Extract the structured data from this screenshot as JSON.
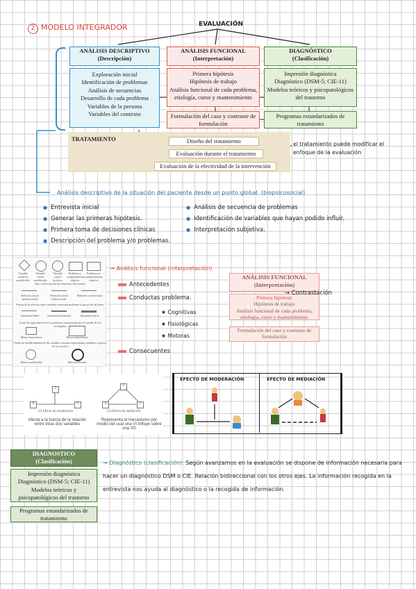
{
  "page": {
    "section_number": "2",
    "section_title": "MODELO INTEGRADOR",
    "evaluacion": "EVALUACIÓN"
  },
  "diagram": {
    "descriptivo": {
      "title": "ANÁLISIS DESCRIPTIVO",
      "subtitle": "(Descripción)",
      "items": [
        "Exploración inicial",
        "Identificación de problemas",
        "Análisis de secuencias",
        "Desarrollo de cada problema",
        "Variables de la persona",
        "Variables del contexto"
      ]
    },
    "funcional": {
      "title": "ANÁLISIS FUNCIONAL",
      "subtitle": "(Interpretación)",
      "items": [
        "Primera hipótesis",
        "Hipótesis de trabajo",
        "Análisis funcional de cada problema, etiología, curso y mantenimiento"
      ],
      "formulacion": "Formulación del caso y contraste de formulación"
    },
    "diagnostico": {
      "title": "DIAGNÓSTICO",
      "subtitle": "(Clasificación)",
      "items": [
        "Impresión diagnóstica",
        "Diagnóstico (DSM-5; CIE-11)",
        "Modelos teóricos y psicopatológicos del trastorno"
      ],
      "programas": "Programas estandarizados de tratamiento"
    },
    "tratamiento": {
      "title": "TRATAMIENTO",
      "items": [
        "Diseño del tratamiento",
        "Evaluación durante el tratamiento",
        "Evaluación de la efectividad de la intervención"
      ]
    },
    "tratamiento_note": "el tratamiento puede modificar el enfoque de la evaluación"
  },
  "descriptivo_notes": {
    "heading": "Análisis descriptivo de la situación del paciente desde un punto global. (biopsicosocial)",
    "left": [
      "Entrevista inicial",
      "Generar las primeras hipótesis.",
      "Primera toma de decisiones clínicas",
      "Descripción del problema y/o problemas."
    ],
    "right": [
      "Análisis de secuencia de problemas",
      "Identificación de variables que hayan podido influir.",
      "Interpretación subjetiva."
    ]
  },
  "funcional_notes": {
    "heading": "Análisis funcional (interpretación)",
    "antecedentes": "Antecedentes",
    "conductas": "Conductas problema.",
    "sub": [
      "Cognitivas",
      "Fisiológicas",
      "Motoras"
    ],
    "consecuentes": "Consecuentes",
    "contrastacion": "Contrastación"
  },
  "mini_funcional": {
    "title": "ANÁLISIS FUNCIONAL",
    "subtitle": "(Interpretación)",
    "items": [
      "Primera hipótesis",
      "Hipótesis de trabajo",
      "Análisis funcional de cada problema, etiología, curso y mantenimiento"
    ],
    "formulacion": "Formulación del caso y contraste de formulación"
  },
  "effects": {
    "moderacion_label": "(2) Efecto de moderación",
    "mediacion_label": "(3) Efecto de mediación",
    "moderacion_desc": "Afecta a la fuerza de la relación entre otras dos variables",
    "mediacion_desc": "Representa el mecanismo por medio del cual una VI influye sobre una VD",
    "moderacion_title": "EFECTO DE MODERACIÓN",
    "mediacion_title": "EFECTO DE MEDIACIÓN",
    "nodes": [
      "Z",
      "X",
      "Y",
      "Z",
      "X",
      "Y"
    ]
  },
  "legend": {
    "row1": [
      "Variable causal no modificable",
      "Variable causal modificable",
      "Variable causal histórica",
      "Problema o comportamiento objetivo",
      "Problema no comportamiento objetivo"
    ],
    "line1": "Tipo o dirección de las relaciones funcionales",
    "row2": [
      "Relación causal unidireccional",
      "Relación causal bidireccional",
      "Relación correlacional"
    ],
    "line2": "Fuerza de la relación entre variables expresada mediante el grosor de las líneas",
    "row3": [
      "Intensidad débil",
      "Intensidad moderada",
      "Intensidad fuerte"
    ],
    "line3": "Grado de importancia de los problemas representado por el tamaño de los rectángulos",
    "row4": [
      "Menor importancia",
      "Mayor importancia"
    ],
    "line4": "Grado de modificabilidad de las variables causales representado mediante el grosor de los círculos",
    "row5": [
      "Menos modificable",
      "Más modificable"
    ]
  },
  "diagnostico_notes": {
    "title": "DIAGNOSTICO",
    "subtitle": "(Clasificación)",
    "items": [
      "Impresión diagnóstica",
      "Diagnóstico (DSM-5; CIE-11)",
      "Modelos teóricos y psicopatológicos del trastorno"
    ],
    "programas": "Programas estandarizados de tratamiento",
    "text_head": "Diagnóstico (clasificación):",
    "text_body": "Según avanzamos en la evaluación se dispone de información necesaria para hacer un diagnóstico DSM o CIE. Relación bidireccional con los otros ejes. La información recogida en la entrevista nos ayuda al diagnóstico o la recogida de información."
  },
  "colors": {
    "blue": "#3a8fc4",
    "red": "#e05a4a",
    "green": "#4b8a3a",
    "tan": "#eee3cc"
  }
}
